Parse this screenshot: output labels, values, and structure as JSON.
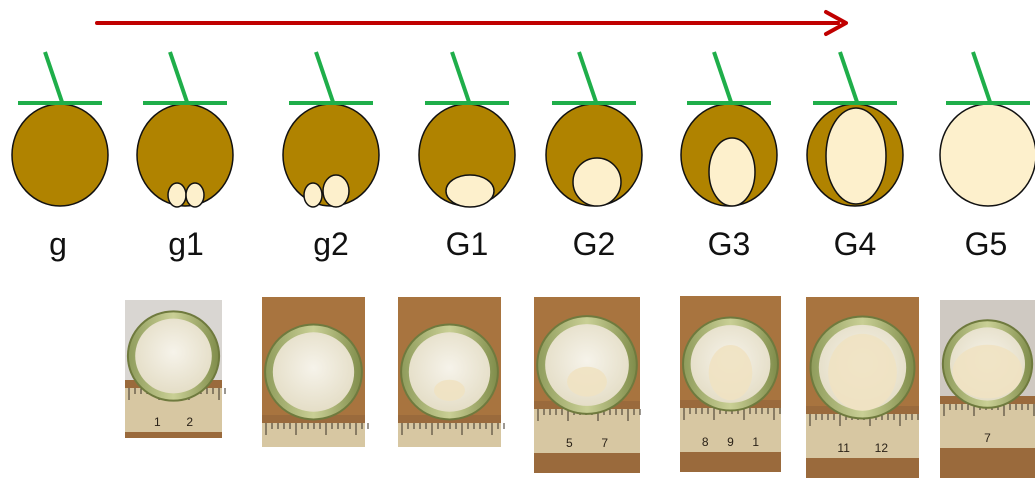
{
  "colors": {
    "arrow": "#c00000",
    "stalk": "#1fae4a",
    "nut": "#b08300",
    "endosperm": "#fdf0cc",
    "outline": "#111111"
  },
  "arrow_icon": "arrow-right-icon",
  "stages": [
    {
      "label": "g",
      "endosperm": "none"
    },
    {
      "label": "g1",
      "endosperm": "two-small-beads"
    },
    {
      "label": "g2",
      "endosperm": "two-larger-beads"
    },
    {
      "label": "G1",
      "endosperm": "flat-oval"
    },
    {
      "label": "G2",
      "endosperm": "round-blob"
    },
    {
      "label": "G3",
      "endosperm": "tall-oval"
    },
    {
      "label": "G4",
      "endosperm": "nearly-full-oval"
    },
    {
      "label": "G5",
      "endosperm": "full"
    }
  ],
  "photos": [
    {
      "stage": "g1",
      "ruler_ticks": [
        "1",
        "2"
      ]
    },
    {
      "stage": "g2",
      "ruler_ticks": []
    },
    {
      "stage": "G1",
      "ruler_ticks": []
    },
    {
      "stage": "G2",
      "ruler_ticks": [
        "5",
        "7"
      ]
    },
    {
      "stage": "G3",
      "ruler_ticks": [
        "8",
        "9",
        "1"
      ]
    },
    {
      "stage": "G4",
      "ruler_ticks": [
        "11",
        "12"
      ]
    },
    {
      "stage": "G5",
      "ruler_ticks": [
        "7"
      ]
    }
  ]
}
